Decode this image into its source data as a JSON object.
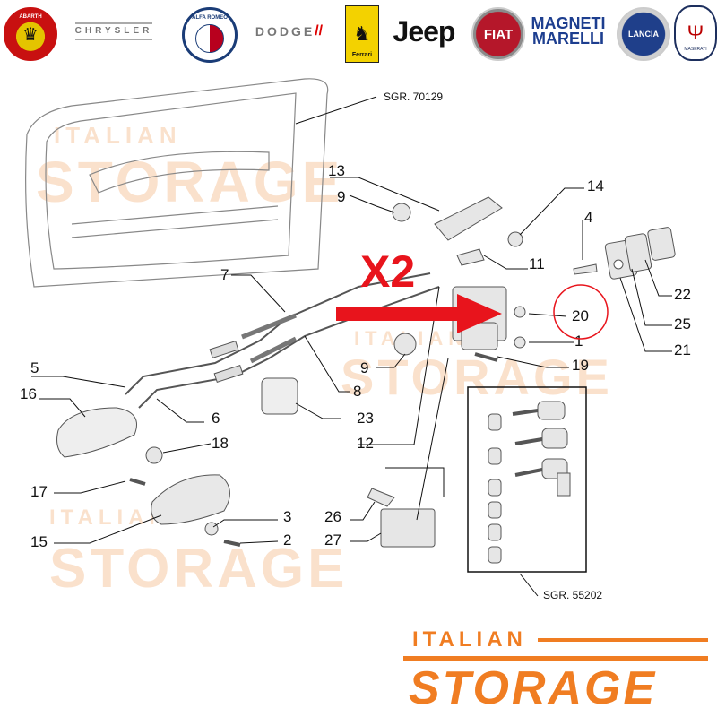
{
  "brands": {
    "abarth": "ABARTH",
    "chrysler": "CHRYSLER",
    "alfa_romeo": "ALFA ROMEO",
    "dodge": "DODGE",
    "ferrari": "Ferrari",
    "jeep": "Jeep",
    "fiat": "FIAT",
    "magneti_marelli": "MAGNETI MARELLI",
    "lancia": "LANCIA",
    "maserati": "MASERATI"
  },
  "diagram": {
    "references": {
      "top": "SGR. 70129",
      "bottom": "SGR. 55202"
    },
    "callouts": [
      "13",
      "9",
      "14",
      "4",
      "7",
      "11",
      "22",
      "20",
      "25",
      "1",
      "21",
      "5",
      "9",
      "19",
      "16",
      "6",
      "8",
      "23",
      "12",
      "18",
      "17",
      "3",
      "26",
      "15",
      "2",
      "27"
    ],
    "highlight": {
      "multiplier": "X2",
      "accent_color": "#e8141c"
    },
    "watermark": {
      "line1": "ITALIAN",
      "line2": "STORAGE",
      "color": "#f6c9a4"
    }
  },
  "footer": {
    "brand_line1": "ITALIAN",
    "brand_line2": "STORAGE",
    "color": "#f07d22"
  }
}
